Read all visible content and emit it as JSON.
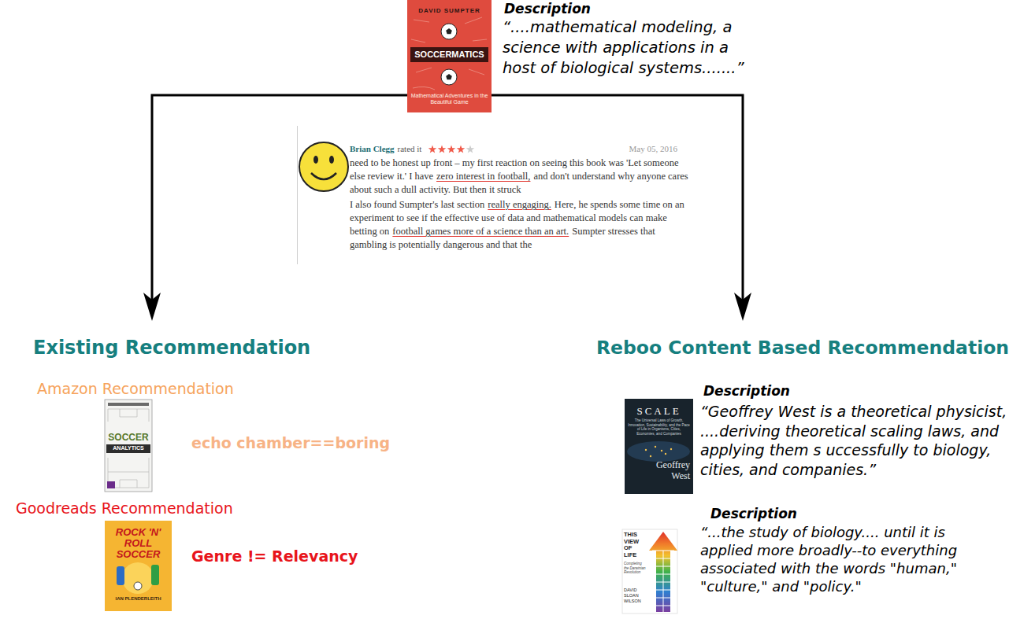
{
  "diagram": {
    "nodes": [
      {
        "text": [
          "DAVID SUMPTER",
          "SOCCERMATICS",
          "Mathematical Adventures in the Beautiful Game"
        ]
      },
      {
        "text": [
          "Brian Clegg",
          "rated it",
          "May 05, 2016",
          "need to be honest up front – my first reaction on seeing this book was 'Let someone else review it.' I have",
          "zero interest in football,",
          "and don't understand why anyone cares about such a dull activity. But then it struck",
          "I also found Sumpter's last section",
          "really engaging.",
          "Here, he spends some time on an experiment to see if the effective use of data and mathematical models can make betting on",
          "football games more of a science than an art.",
          "Sumpter stresses that gambling is potentially dangerous and that the"
        ]
      },
      {
        "text": [
          "Existing Recommendation"
        ]
      },
      {
        "text": [
          "SOCCER",
          "ANALYTICS"
        ]
      },
      {
        "text": [
          "ROCK 'N' ROLL SOCCER",
          "IAN PLENDERLEITH"
        ]
      },
      {
        "text": [
          "Reboo Content Based Recommendation"
        ]
      },
      {
        "text": [
          "SCALE",
          "The Universal Laws of Growth, Innovation, Sustainability, and the Pace of Life in Organisms, Cities, Economies, and Companies",
          "Geoffrey West"
        ]
      },
      {
        "text": [
          "THIS VIEW OF LIFE",
          "Completing the Darwinian Revolution",
          "DAVID SLOAN WILSON"
        ]
      }
    ],
    "edges": [
      {
        "from": 0,
        "to": 2,
        "arrow": "to"
      },
      {
        "from": 0,
        "to": 5,
        "arrow": "to"
      }
    ],
    "labels": [
      "Description",
      "“....mathematical modeling, a science with applications in a host of biological systems.......”",
      "Amazon Recommendation",
      "echo chamber==boring",
      "Goodreads Recommendation",
      "Genre != Relevancy",
      "Description",
      "“Geoffrey West is a theoretical physicist, ....deriving theoretical scaling laws, and applying them s uccessfully to biology, cities, and companies.”",
      "Description",
      "“...the study of biology.... until it is applied more broadly--to everything associated with the words \"human,\" \"culture,\" and \"policy.\""
    ]
  }
}
